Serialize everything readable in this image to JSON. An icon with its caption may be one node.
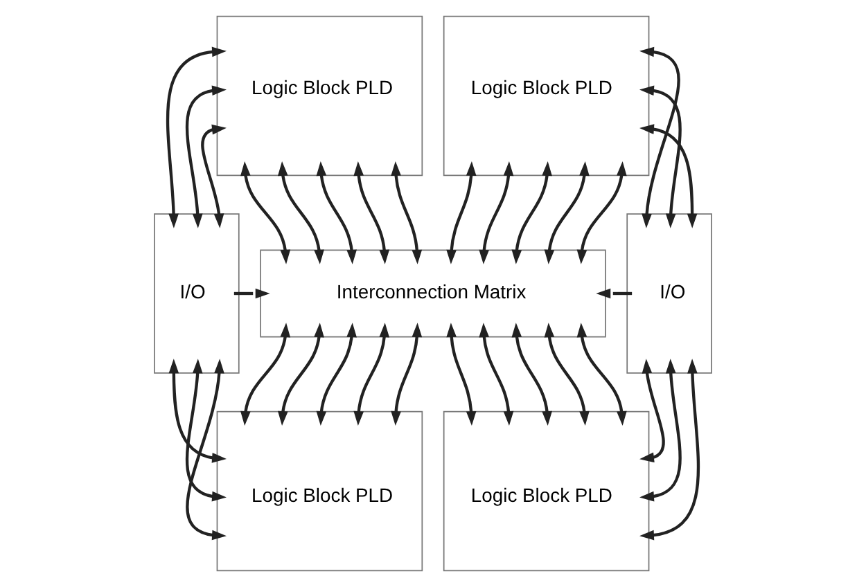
{
  "diagram": {
    "nodes": [
      {
        "text": [
          "Logic Block PLD"
        ]
      },
      {
        "text": [
          "Logic Block PLD"
        ]
      },
      {
        "text": [
          "I/O"
        ]
      },
      {
        "text": [
          "Interconnection Matrix"
        ]
      },
      {
        "text": [
          "I/O"
        ]
      },
      {
        "text": [
          "Logic Block PLD"
        ]
      },
      {
        "text": [
          "Logic Block PLD"
        ]
      }
    ],
    "edges": [
      {
        "from": 0,
        "to": 2,
        "arrow": "both"
      },
      {
        "from": 0,
        "to": 2,
        "arrow": "both"
      },
      {
        "from": 0,
        "to": 2,
        "arrow": "both"
      },
      {
        "from": 1,
        "to": 4,
        "arrow": "both"
      },
      {
        "from": 1,
        "to": 4,
        "arrow": "both"
      },
      {
        "from": 1,
        "to": 4,
        "arrow": "both"
      },
      {
        "from": 0,
        "to": 3,
        "arrow": "both"
      },
      {
        "from": 0,
        "to": 3,
        "arrow": "both"
      },
      {
        "from": 0,
        "to": 3,
        "arrow": "both"
      },
      {
        "from": 0,
        "to": 3,
        "arrow": "both"
      },
      {
        "from": 0,
        "to": 3,
        "arrow": "both"
      },
      {
        "from": 1,
        "to": 3,
        "arrow": "both"
      },
      {
        "from": 1,
        "to": 3,
        "arrow": "both"
      },
      {
        "from": 1,
        "to": 3,
        "arrow": "both"
      },
      {
        "from": 1,
        "to": 3,
        "arrow": "both"
      },
      {
        "from": 1,
        "to": 3,
        "arrow": "both"
      },
      {
        "from": 2,
        "to": 3,
        "arrow": "to"
      },
      {
        "from": 4,
        "to": 3,
        "arrow": "to"
      },
      {
        "from": 3,
        "to": 5,
        "arrow": "both"
      },
      {
        "from": 3,
        "to": 5,
        "arrow": "both"
      },
      {
        "from": 3,
        "to": 5,
        "arrow": "both"
      },
      {
        "from": 3,
        "to": 5,
        "arrow": "both"
      },
      {
        "from": 3,
        "to": 5,
        "arrow": "both"
      },
      {
        "from": 3,
        "to": 6,
        "arrow": "both"
      },
      {
        "from": 3,
        "to": 6,
        "arrow": "both"
      },
      {
        "from": 3,
        "to": 6,
        "arrow": "both"
      },
      {
        "from": 3,
        "to": 6,
        "arrow": "both"
      },
      {
        "from": 3,
        "to": 6,
        "arrow": "both"
      },
      {
        "from": 2,
        "to": 5,
        "arrow": "both"
      },
      {
        "from": 2,
        "to": 5,
        "arrow": "both"
      },
      {
        "from": 2,
        "to": 5,
        "arrow": "both"
      },
      {
        "from": 4,
        "to": 6,
        "arrow": "both"
      },
      {
        "from": 4,
        "to": 6,
        "arrow": "both"
      },
      {
        "from": 4,
        "to": 6,
        "arrow": "both"
      }
    ]
  }
}
